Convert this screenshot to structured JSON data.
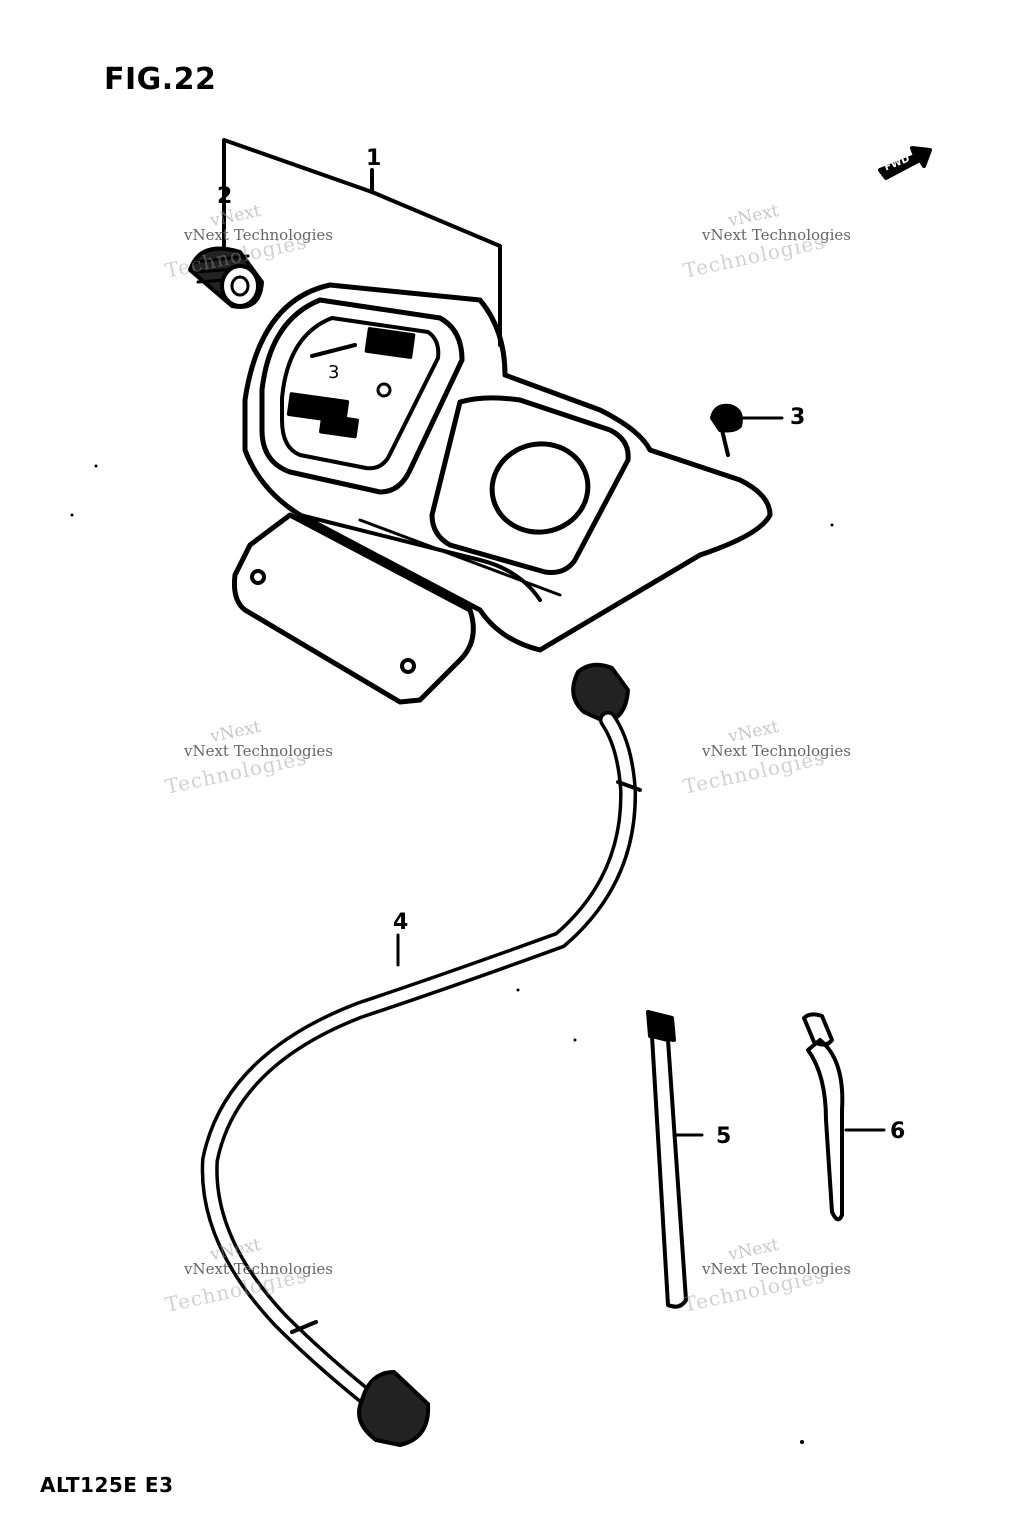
{
  "figure": {
    "title": "FIG.22",
    "model_code": "ALT125E E3",
    "fwd_arrow_label": "FWD"
  },
  "callouts": [
    {
      "id": "1",
      "label": "1"
    },
    {
      "id": "2",
      "label": "2"
    },
    {
      "id": "3",
      "label": "3"
    },
    {
      "id": "4",
      "label": "4"
    },
    {
      "id": "5",
      "label": "5"
    },
    {
      "id": "6",
      "label": "6"
    }
  ],
  "watermark": {
    "line1": "vNext",
    "line2": "vNext Technologies",
    "line3": "Technologies"
  },
  "colors": {
    "ink": "#000000",
    "paper": "#ffffff",
    "watermark": "#9a9a9a"
  }
}
